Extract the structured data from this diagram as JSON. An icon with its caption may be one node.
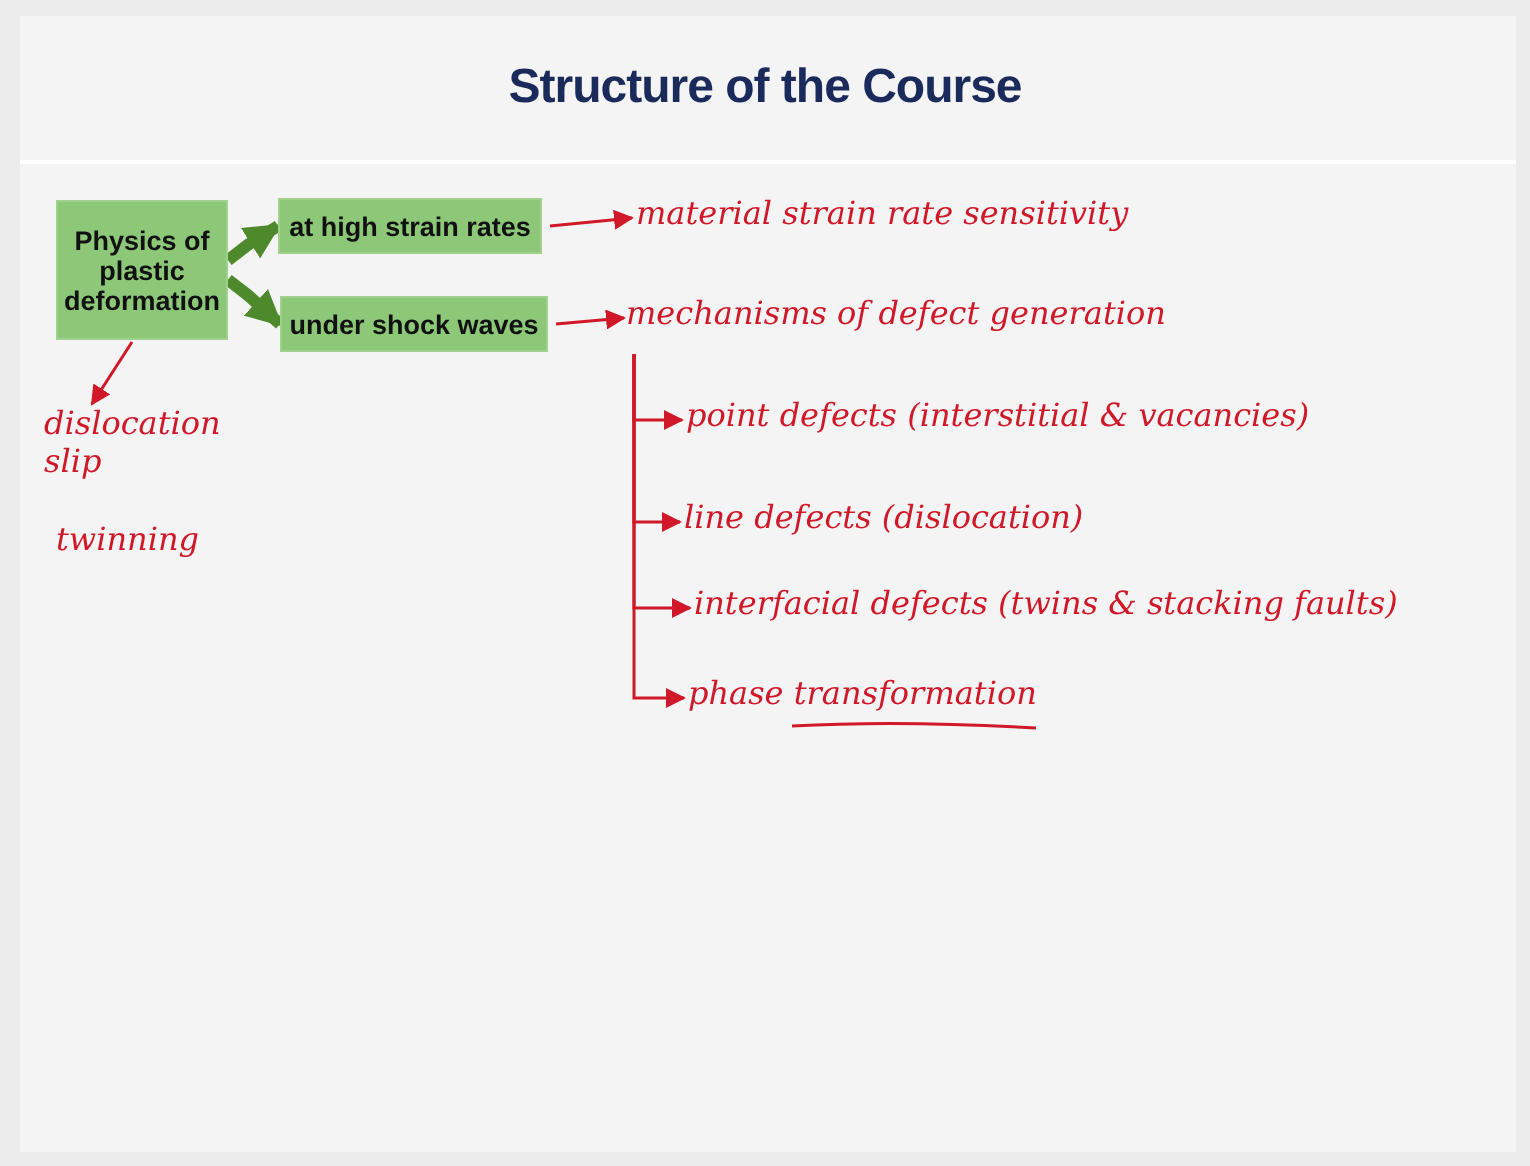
{
  "diagram": {
    "title": "Structure of the Course",
    "nodes": [
      {
        "text": [
          "Physics of plastic deformation"
        ]
      },
      {
        "text": [
          "at high strain rates"
        ]
      },
      {
        "text": [
          "under shock waves"
        ]
      },
      {
        "text": [
          "material strain rate sensitivity"
        ]
      },
      {
        "text": [
          "mechanisms of defect generation"
        ]
      },
      {
        "text": [
          "point defects (interstitial & vacancies)"
        ]
      },
      {
        "text": [
          "line defects (dislocation)"
        ]
      },
      {
        "text": [
          "interfacial defects (twins & stacking faults)"
        ]
      },
      {
        "text": [
          "phase transformation"
        ]
      },
      {
        "text": [
          "dislocation slip"
        ]
      }
    ],
    "edges": [
      {
        "from": 0,
        "to": 1,
        "arrow": "to",
        "style": "thick",
        "color": "#4e8a2c"
      },
      {
        "from": 0,
        "to": 2,
        "arrow": "to",
        "style": "thick",
        "color": "#4e8a2c"
      },
      {
        "from": 1,
        "to": 3,
        "arrow": "to"
      },
      {
        "from": 2,
        "to": 4,
        "arrow": "to"
      },
      {
        "from": 4,
        "to": 5,
        "arrow": "to"
      },
      {
        "from": 4,
        "to": 6,
        "arrow": "to"
      },
      {
        "from": 4,
        "to": 7,
        "arrow": "to"
      },
      {
        "from": 4,
        "to": 8,
        "arrow": "to"
      },
      {
        "from": 0,
        "to": 9,
        "arrow": "to"
      }
    ],
    "labels": [
      "twinning"
    ]
  }
}
